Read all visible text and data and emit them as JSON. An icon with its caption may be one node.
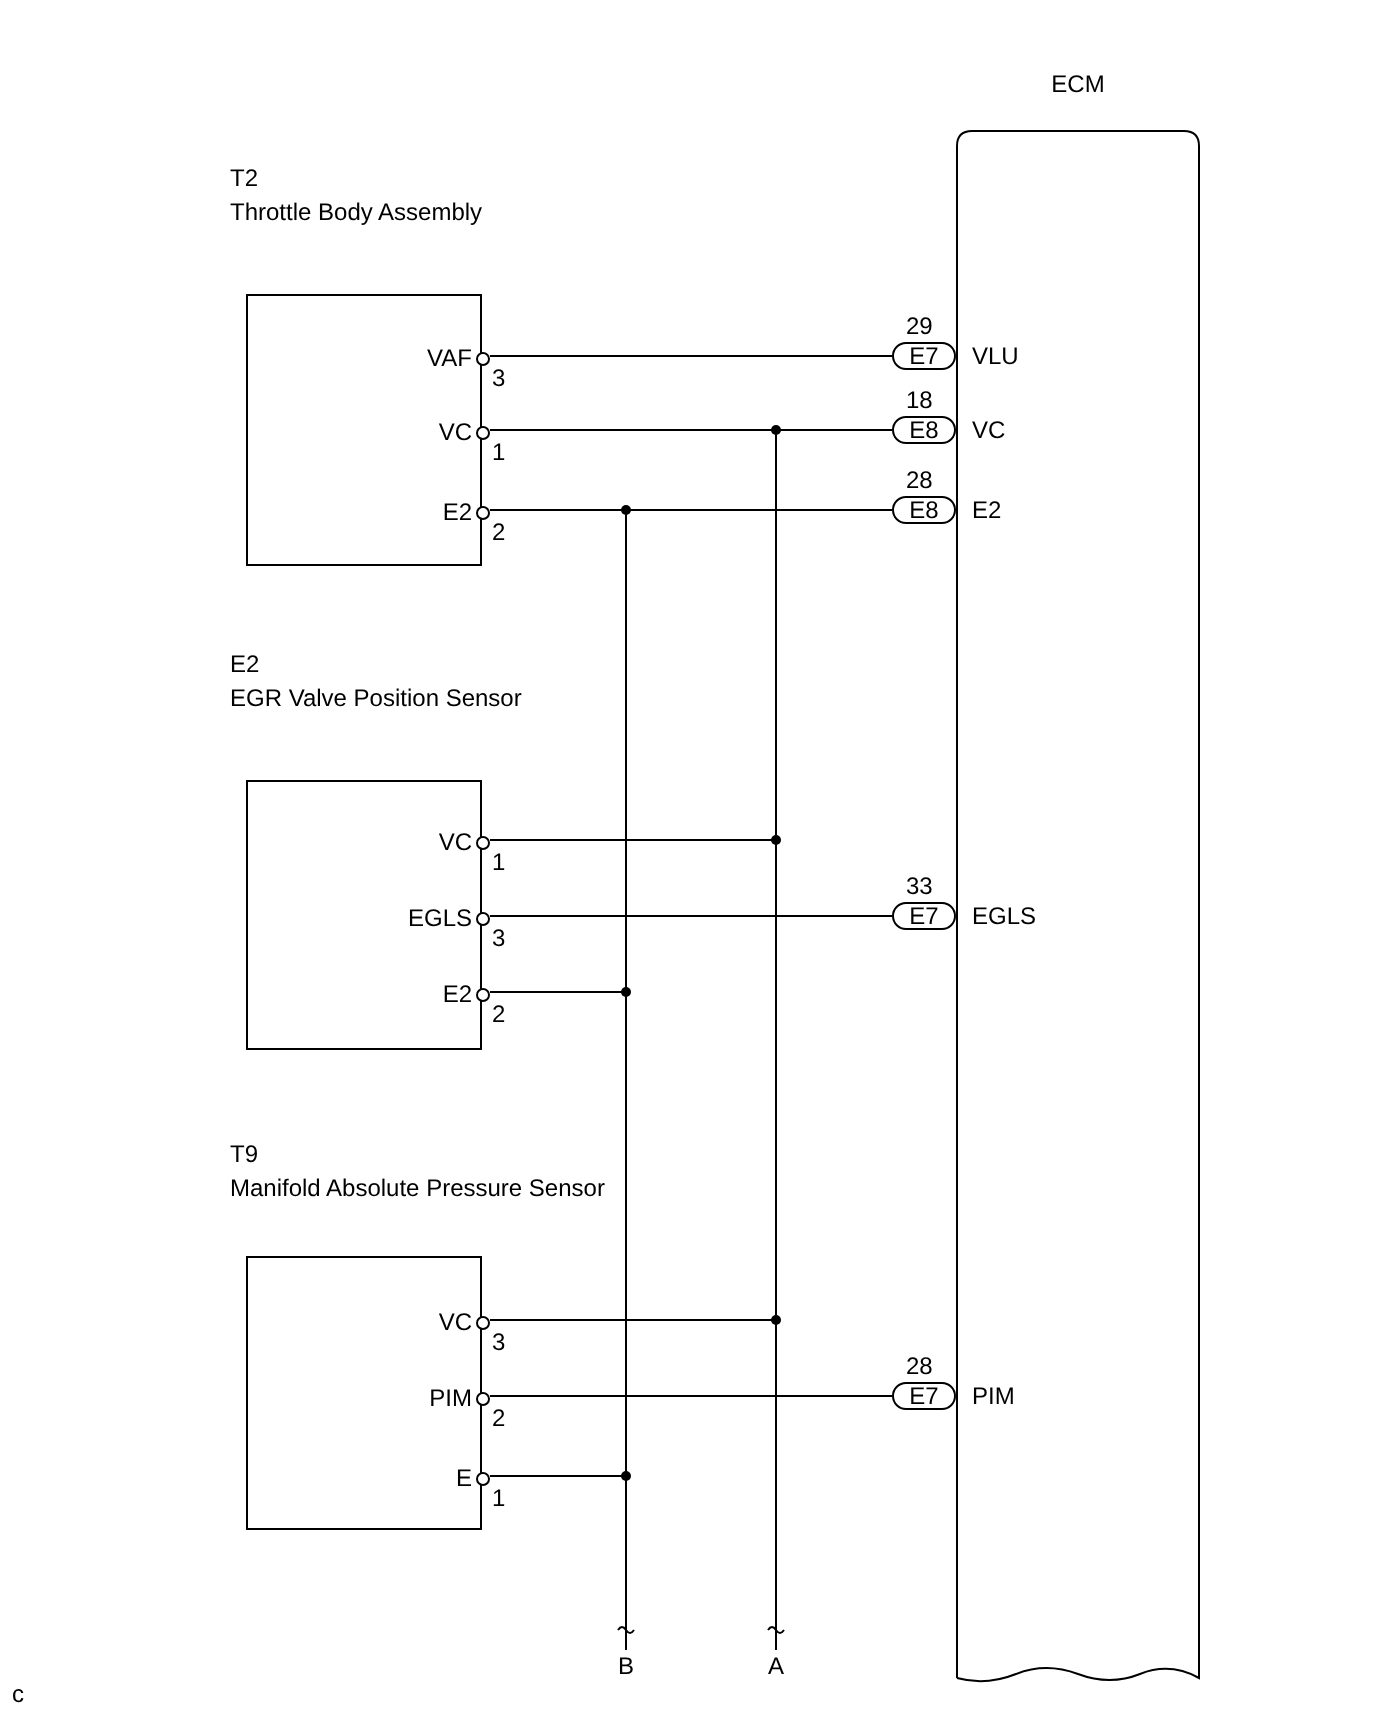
{
  "diagram": {
    "nodes": [
      {
        "text": [
          "ECM",
          "VLU",
          "VC",
          "E2",
          "EGLS",
          "PIM"
        ]
      },
      {
        "text": [
          "T2",
          "Throttle Body Assembly"
        ]
      },
      {
        "text": [
          "VAF"
        ],
        "in": 1,
        "beside": [
          "3"
        ]
      },
      {
        "text": [
          "VC"
        ],
        "in": 1,
        "beside": [
          "1"
        ]
      },
      {
        "text": [
          "E2"
        ],
        "in": 1,
        "beside": [
          "2"
        ]
      },
      {
        "text": [
          "E2",
          "EGR Valve Position Sensor"
        ]
      },
      {
        "text": [
          "VC"
        ],
        "in": 5,
        "beside": [
          "1"
        ]
      },
      {
        "text": [
          "EGLS"
        ],
        "in": 5,
        "beside": [
          "3"
        ]
      },
      {
        "text": [
          "E2"
        ],
        "in": 5,
        "beside": [
          "2"
        ]
      },
      {
        "text": [
          "T9",
          "Manifold Absolute Pressure Sensor"
        ]
      },
      {
        "text": [
          "VC"
        ],
        "in": 9,
        "beside": [
          "3"
        ]
      },
      {
        "text": [
          "PIM"
        ],
        "in": 9,
        "beside": [
          "2"
        ]
      },
      {
        "text": [
          "E"
        ],
        "in": 9,
        "beside": [
          "1"
        ]
      },
      {
        "text": [
          "E7"
        ],
        "beside": [
          "29"
        ]
      },
      {
        "text": [
          "E8"
        ],
        "beside": [
          "18"
        ]
      },
      {
        "text": [
          "E8"
        ],
        "beside": [
          "28"
        ]
      },
      {
        "text": [
          "E7"
        ],
        "beside": [
          "33"
        ]
      },
      {
        "text": [
          "E7"
        ],
        "beside": [
          "28"
        ]
      },
      {
        "text": [
          "B"
        ]
      },
      {
        "text": [
          "A"
        ]
      }
    ],
    "edges": [
      {
        "from": 2,
        "to": 13,
        "arrow": "none"
      },
      {
        "from": 3,
        "to": 14,
        "arrow": "none"
      },
      {
        "from": 14,
        "to": 19,
        "arrow": "none"
      },
      {
        "from": 4,
        "to": 15,
        "arrow": "none"
      },
      {
        "from": 15,
        "to": 18,
        "arrow": "none"
      },
      {
        "from": 6,
        "to": 19,
        "arrow": "none"
      },
      {
        "from": 7,
        "to": 16,
        "arrow": "none"
      },
      {
        "from": 8,
        "to": 18,
        "arrow": "none"
      },
      {
        "from": 10,
        "to": 19,
        "arrow": "none"
      },
      {
        "from": 11,
        "to": 17,
        "arrow": "none"
      },
      {
        "from": 12,
        "to": 18,
        "arrow": "none"
      }
    ],
    "labels": [
      "c"
    ]
  }
}
